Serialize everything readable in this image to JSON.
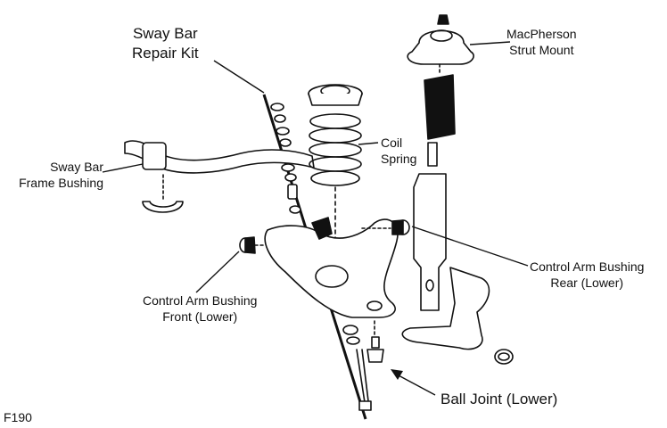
{
  "labels": {
    "sway_bar_repair_kit": [
      "Sway Bar",
      "Repair Kit"
    ],
    "sway_bar_frame_bushing": [
      "Sway Bar",
      "Frame Bushing"
    ],
    "coil_spring": [
      "Coil",
      "Spring"
    ],
    "strut_mount": [
      "MacPherson",
      "Strut Mount"
    ],
    "ca_bushing_rear": [
      "Control Arm Bushing",
      "Rear (Lower)"
    ],
    "ca_bushing_front": [
      "Control Arm Bushing",
      "Front (Lower)"
    ],
    "ball_joint": "Ball Joint (Lower)",
    "figure_code": "F190"
  }
}
